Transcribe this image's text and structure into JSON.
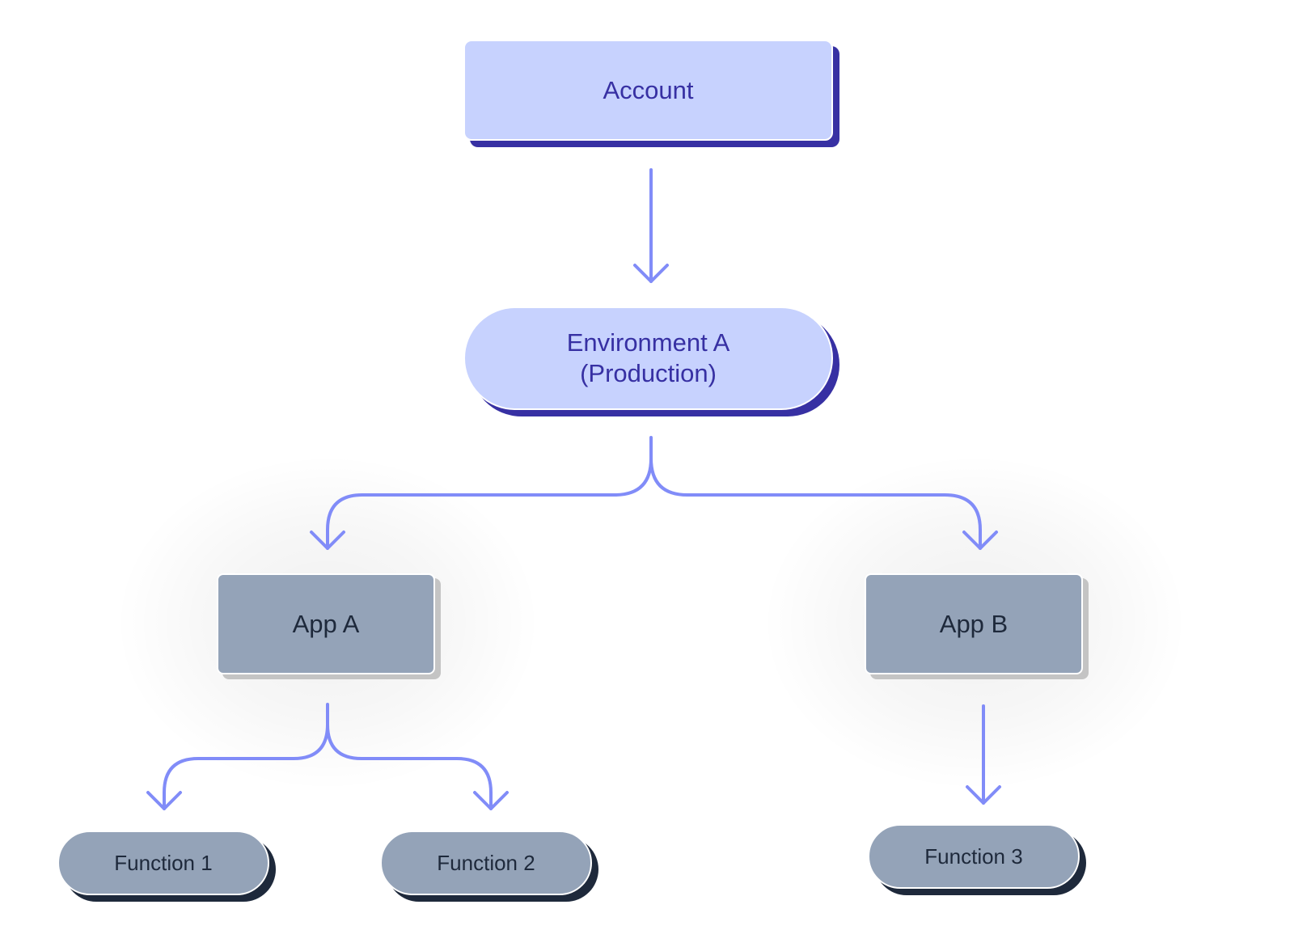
{
  "diagram": {
    "nodes": {
      "account": {
        "label": "Account"
      },
      "environment": {
        "line1": "Environment A",
        "line2": "(Production)"
      },
      "app_a": {
        "label": "App A"
      },
      "app_b": {
        "label": "App B"
      },
      "function_1": {
        "label": "Function 1"
      },
      "function_2": {
        "label": "Function 2"
      },
      "function_3": {
        "label": "Function 3"
      }
    },
    "edges": [
      {
        "from": "account",
        "to": "environment"
      },
      {
        "from": "environment",
        "to": "app_a"
      },
      {
        "from": "environment",
        "to": "app_b"
      },
      {
        "from": "app_a",
        "to": "function_1"
      },
      {
        "from": "app_a",
        "to": "function_2"
      },
      {
        "from": "app_b",
        "to": "function_3"
      }
    ],
    "colors": {
      "top_fill": "#c7d2fe",
      "top_shadow": "#3730a3",
      "top_text": "#3730a3",
      "node_fill": "#94a3b8",
      "node_text": "#1e293b",
      "function_shadow": "#1e293b",
      "app_shadow": "#c4c4c4",
      "connector": "#818cf8"
    }
  }
}
